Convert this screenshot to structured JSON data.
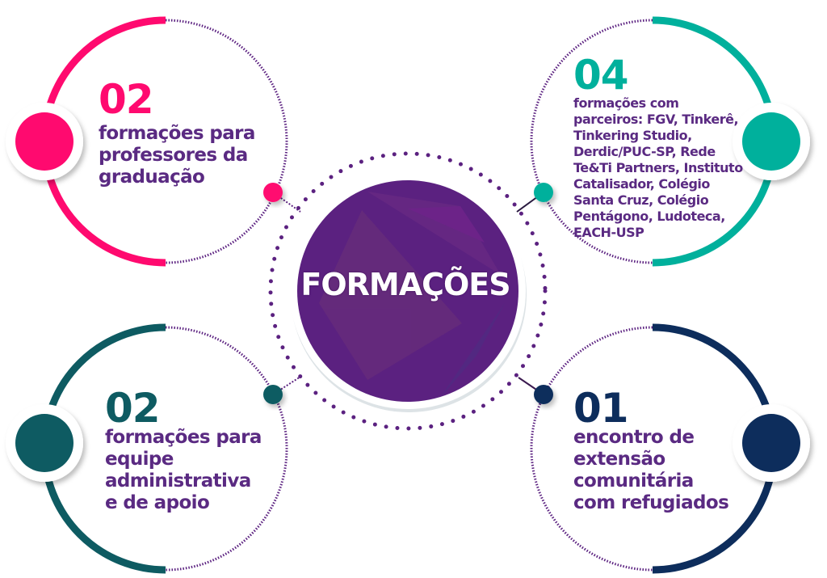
{
  "center": {
    "title": "FORMAÇÕES"
  },
  "items": [
    {
      "number": "02",
      "text": "formações para professores da graduação",
      "color": "#ff0a6f"
    },
    {
      "number": "04",
      "text": "formações com parceiros: FGV, Tinkerê, Tinkering Studio, Derdic/PUC-SP, Rede Te&Ti Partners, Instituto Catalisador, Colégio Santa Cruz, Colégio Pentágono, Ludoteca, EACH-USP",
      "color": "#00b09c"
    },
    {
      "number": "02",
      "text": "formações para equipe administrativa e de apoio",
      "color": "#0e5b62"
    },
    {
      "number": "01",
      "text": "encontro de extensão comunitária com refugiados",
      "color": "#0d2d5c"
    }
  ],
  "colors": {
    "purple": "#5b2180",
    "text": "#5a2a82"
  }
}
